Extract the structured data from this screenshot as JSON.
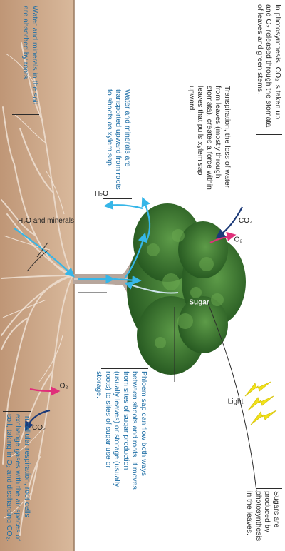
{
  "captions": {
    "sugar_production": "Sugars are produced by photosynthesis in the leaves.",
    "phloem": "Phloem sap can flow both ways between shoots and roots. It moves from sites of sugar production (usually leaves) or storage (usually roots) to sites of sugar use or storage.",
    "respiration": "In cellular respiration, root cells exchange gases with the air spaces of soil, taking in O₂ and discharging CO₂.",
    "photosynthesis": "In photosynthesis, CO₂ is taken up and O₂ released through the stomata of leaves and green stems.",
    "transpiration": "Transpiration, the loss of water from leaves (mostly through stomata), creates a force within leaves that pulls xylem sap upward.",
    "xylem": "Water and minerals are transported upward from roots to shoots as xylem sap.",
    "absorption": "Water and minerals in the soil are absorbed by roots."
  },
  "labels": {
    "light": "Light",
    "sugar": "Sugar",
    "o2_leaf": "O₂",
    "co2_leaf": "CO₂",
    "h2o_leaf": "H₂O",
    "h2o_minerals": "H₂O and minerals",
    "o2_root": "O₂",
    "co2_root": "CO₂"
  },
  "colors": {
    "caption_text": "#1f6fa6",
    "soil": "#c9a486",
    "foliage": "#2f6e2e",
    "trunk": "#b7a69c",
    "sap_arrow": "#36b6e8",
    "o2_arrow": "#e0307a",
    "co2_arrow": "#1c3a78",
    "light_bolt": "#f2e21a"
  }
}
